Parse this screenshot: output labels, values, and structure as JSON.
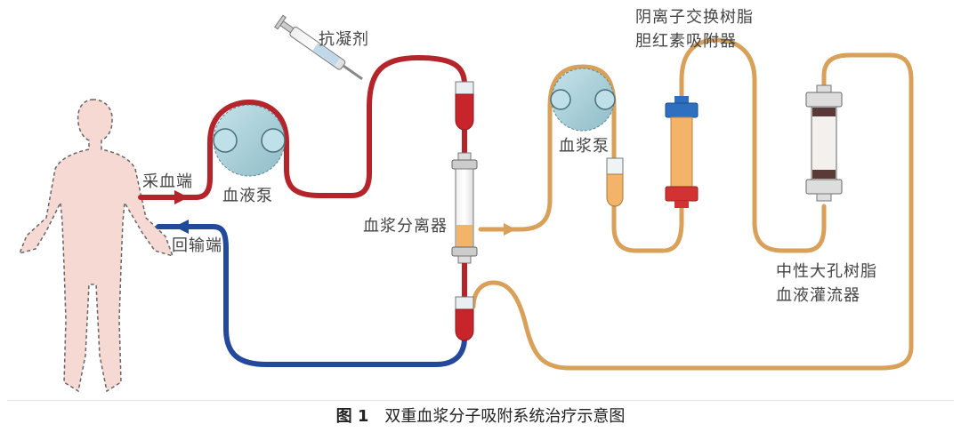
{
  "labels": {
    "anticoagulant": "抗凝剂",
    "blood_draw": "采血端",
    "blood_return": "回输端",
    "blood_pump": "血液泵",
    "plasma_separator": "血浆分离器",
    "plasma_pump": "血浆泵",
    "anion_adsorber_line1": "阴离子交换树脂",
    "anion_adsorber_line2": "胆红素吸附器",
    "neutral_resin_line1": "中性大孔树脂",
    "neutral_resin_line2": "血液灌流器"
  },
  "caption": {
    "figure_number": "图 1",
    "title": "双重血浆分子吸附系统治疗示意图"
  },
  "colors": {
    "blood_line": "#b5232b",
    "return_line": "#24489a",
    "plasma_line": "#d9a05a",
    "pump_fill": "#a9d0d8",
    "skin": "#f6d9d3",
    "blood_fill": "#c8242b",
    "plasma_fill": "#f3b46a",
    "adsorber_cap_top": "#2f6fc0",
    "adsorber_cap_bottom": "#d23232"
  }
}
